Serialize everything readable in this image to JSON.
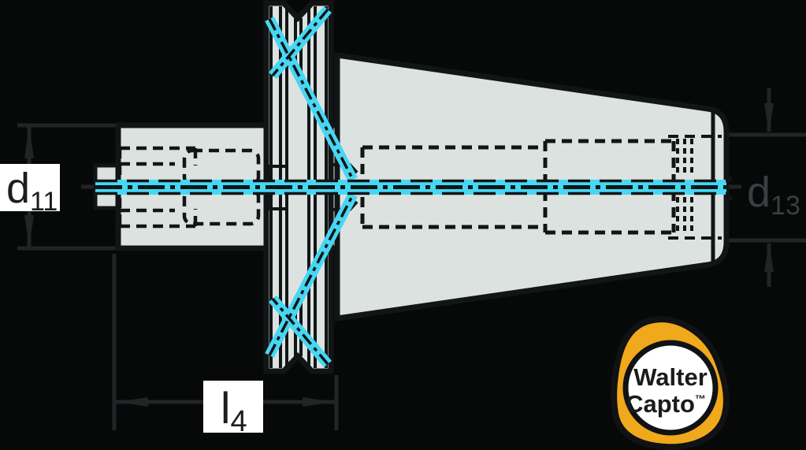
{
  "colors": {
    "background": "#070808",
    "body_fill": "#dce2e0",
    "outline": "#121516",
    "centerline_cyan": "#46d7f3",
    "dimension_line_gray": "#212527",
    "d13_text_gray": "#3a3e41",
    "label_box_white": "#ffffff",
    "label_text_black": "#1b1d1e",
    "logo_orange": "#f0a81c"
  },
  "dimensions": {
    "d11": {
      "base": "d",
      "sub": "11"
    },
    "d13": {
      "base": "d",
      "sub": "13"
    },
    "l4": {
      "base": "l",
      "sub": "4"
    }
  },
  "logo": {
    "brand": "Walter",
    "product": "Capto",
    "trademark": "™"
  }
}
